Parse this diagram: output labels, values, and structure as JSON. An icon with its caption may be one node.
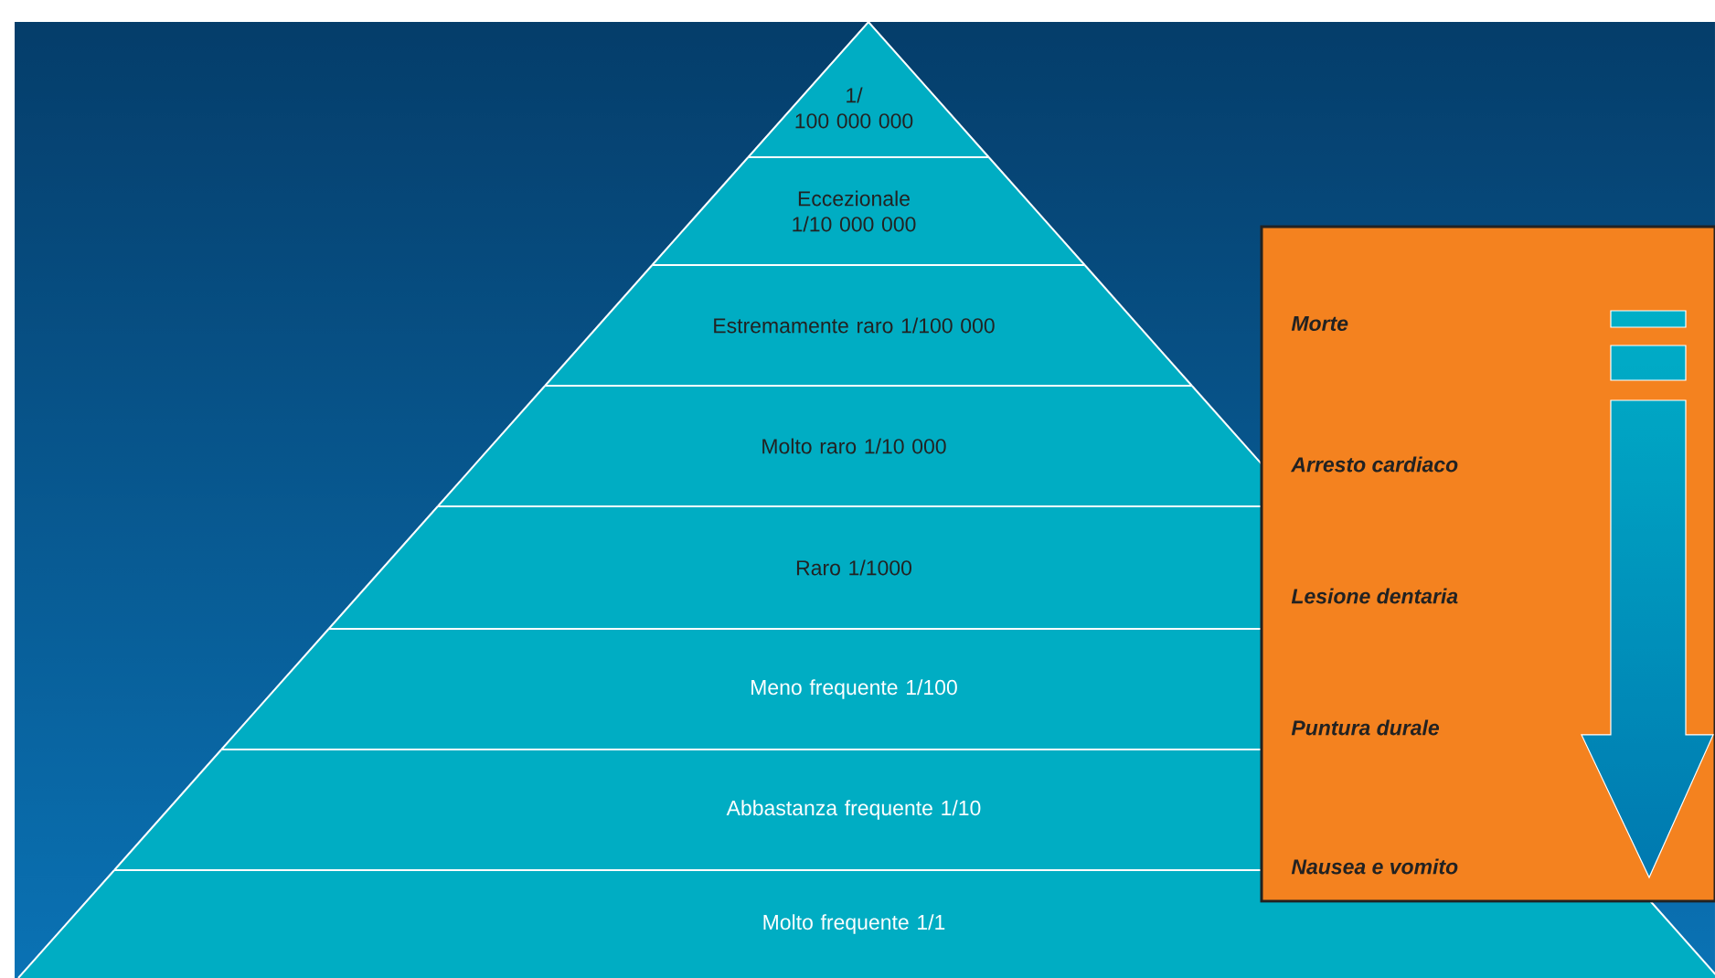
{
  "diagram": {
    "nodes": [
      {
        "text": [
          "1/ 100 000 000"
        ]
      },
      {
        "text": [
          "Eccezionale 1/10 000 000"
        ]
      },
      {
        "text": [
          "Estremamente raro 1/100 000"
        ]
      },
      {
        "text": [
          "Molto raro 1/10 000"
        ]
      },
      {
        "text": [
          "Raro 1/1000"
        ]
      },
      {
        "text": [
          "Meno frequente 1/100"
        ]
      },
      {
        "text": [
          "Abbastanza frequente 1/10"
        ]
      },
      {
        "text": [
          "Molto frequente 1/1"
        ]
      },
      {
        "text": [
          "Morte",
          "Arresto cardiaco",
          "Lesione dentaria",
          "Puntura durale",
          "Nausea e vomito"
        ]
      }
    ]
  }
}
